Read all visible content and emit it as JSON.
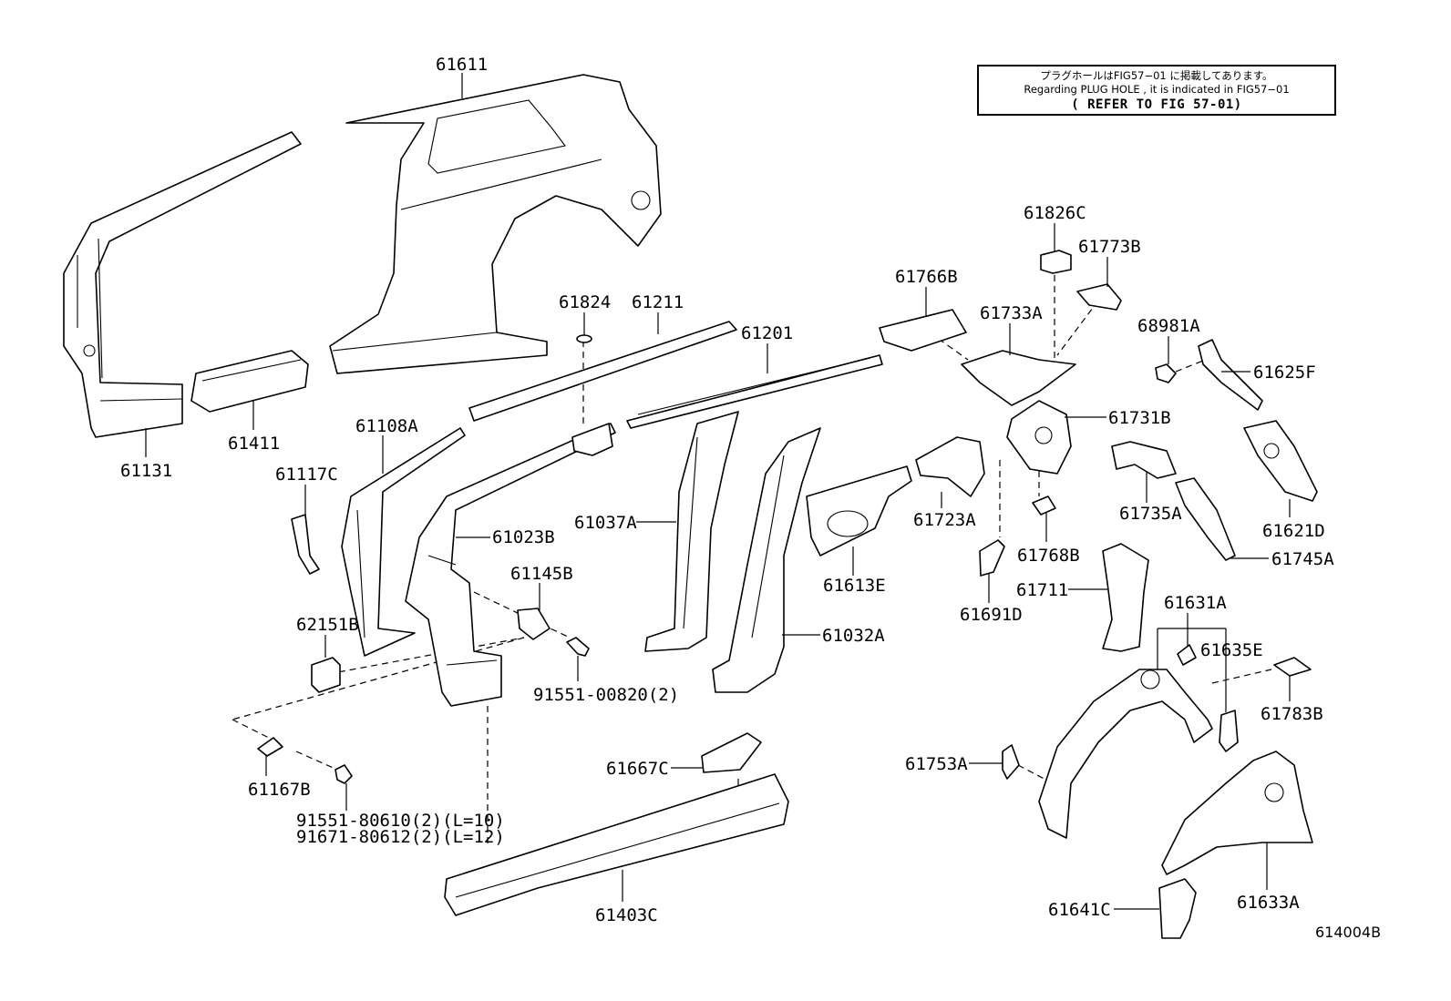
{
  "note": {
    "line_jp": "プラグホールはFIG57−01 に掲載してあります。",
    "line_en": "Regarding  PLUG HOLE , it is indicated in FIG57−01",
    "line_ref": "( REFER TO FIG 57-01)"
  },
  "figure_id": "614004B",
  "parts": {
    "p61611": "61611",
    "p61131": "61131",
    "p61411": "61411",
    "p61824": "61824",
    "p61211": "61211",
    "p61201": "61201",
    "p61766B": "61766B",
    "p61826C": "61826C",
    "p61773B": "61773B",
    "p61733A": "61733A",
    "p68981A": "68981A",
    "p61625F": "61625F",
    "p61731B": "61731B",
    "p61108A": "61108A",
    "p61117C": "61117C",
    "p61023B": "61023B",
    "p61037A": "61037A",
    "p61723A": "61723A",
    "p61735A": "61735A",
    "p61621D": "61621D",
    "p61145B": "61145B",
    "p61613E": "61613E",
    "p61768B": "61768B",
    "p61745A": "61745A",
    "p61711": "61711",
    "p61691D": "61691D",
    "p62151B": "62151B",
    "p61032A": "61032A",
    "p61631A": "61631A",
    "p61635E": "61635E",
    "p91551_00820": "91551-00820(2)",
    "p61783B": "61783B",
    "p61667C": "61667C",
    "p61753A": "61753A",
    "p61167B": "61167B",
    "p91551_80610": "91551-80610(2)(L=10)",
    "p91671_80612": "91671-80612(2)(L=12)",
    "p61633A": "61633A",
    "p61403C": "61403C",
    "p61641C": "61641C"
  }
}
